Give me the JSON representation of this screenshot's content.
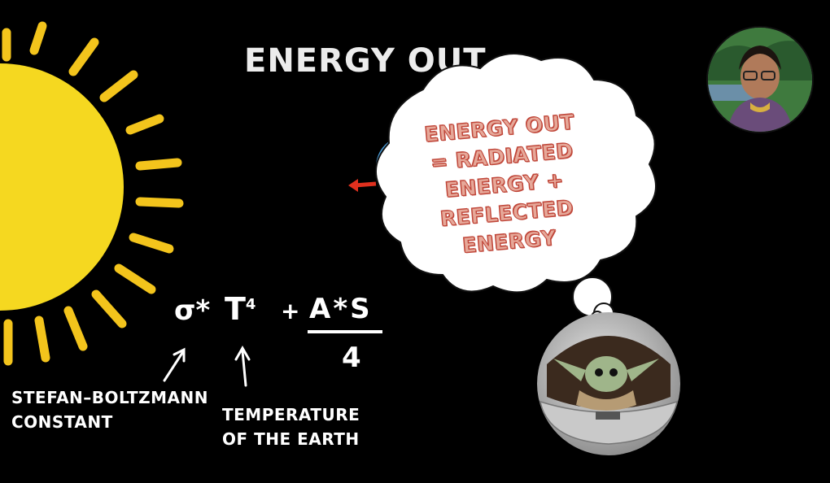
{
  "slide": {
    "title": "Energy out",
    "formula": {
      "sigma": "σ*",
      "T": "T",
      "exponent": "4",
      "plus": "+",
      "numerator": "A*S",
      "denominator": "4"
    },
    "labels": {
      "stefan_line1": "Stefan–Boltzmann",
      "stefan_line2": "constant",
      "temp_line1": "temperature",
      "temp_line2": "of the Earth"
    },
    "thought_bubble": {
      "line1": "ENERGY OUT",
      "line2": "= RADIATED",
      "line3": "ENERGY +",
      "line4": "REFLECTED",
      "line5": "ENERGY"
    }
  },
  "colors": {
    "background": "#000000",
    "sun": "#f5d820",
    "sun_rays": "#f3c41c",
    "thought_text": "#e6a899",
    "thought_outline": "#c0473a",
    "arrow": "#e0301e"
  },
  "icons": [
    "sun-icon",
    "earth-icon",
    "red-arrow-icon",
    "thought-bubble-icon",
    "pod-character-icon",
    "webcam-video"
  ]
}
